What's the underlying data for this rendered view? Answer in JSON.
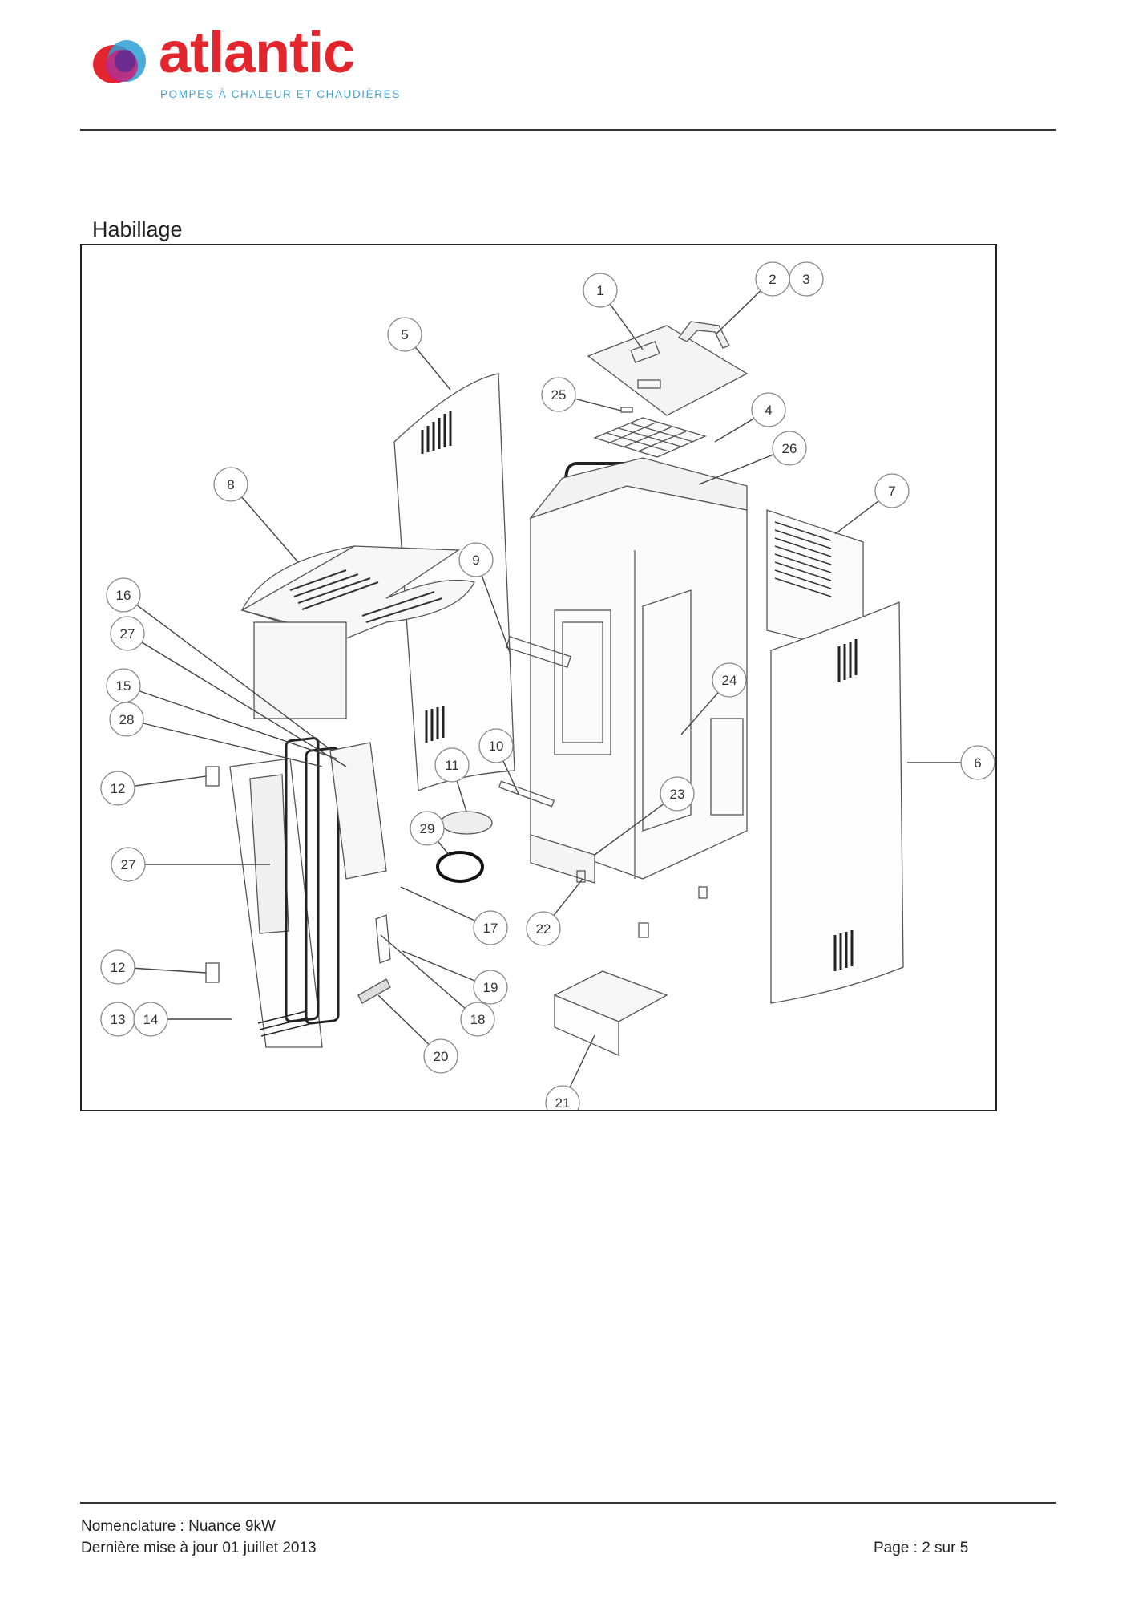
{
  "header": {
    "brand_name": "atlantic",
    "brand_tagline": "POMPES À CHALEUR ET CHAUDIÈRES",
    "brand_colors": {
      "red": "#e3262e",
      "magenta": "#c2267e",
      "purple": "#6a2d8f",
      "blue": "#2c9fd3",
      "tagline": "#4aa3c8"
    }
  },
  "section": {
    "title": "Habillage"
  },
  "diagram": {
    "callouts": [
      "1",
      "2",
      "3",
      "4",
      "5",
      "6",
      "7",
      "8",
      "9",
      "10",
      "11",
      "12",
      "12",
      "13",
      "14",
      "15",
      "16",
      "17",
      "18",
      "19",
      "20",
      "21",
      "22",
      "23",
      "24",
      "25",
      "26",
      "27",
      "27",
      "28",
      "29"
    ]
  },
  "footer": {
    "line1": "Nomenclature : Nuance 9kW",
    "line2": "Dernière mise à jour 01 juillet 2013",
    "page": "Page : 2 sur 5"
  }
}
